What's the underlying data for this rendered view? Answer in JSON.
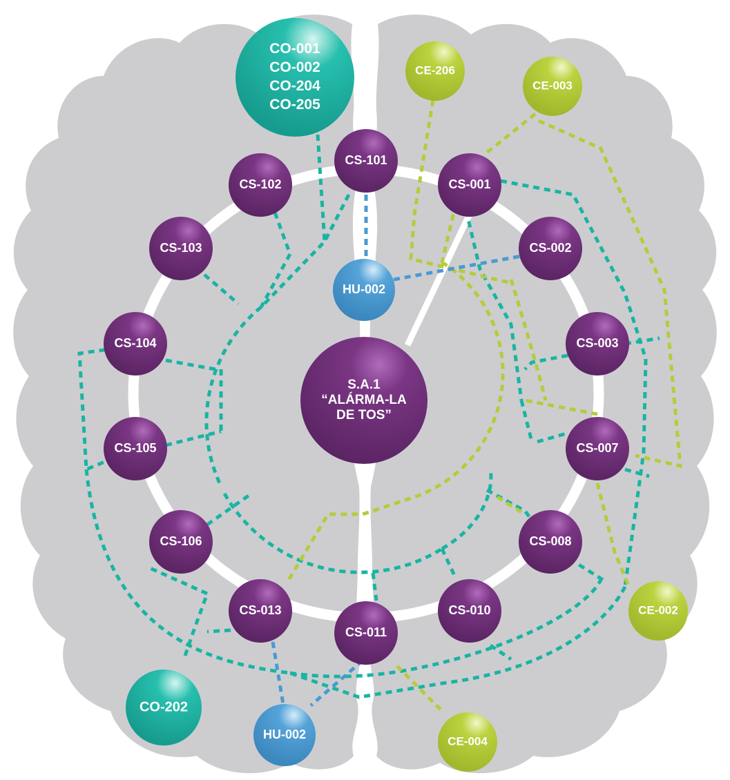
{
  "colors": {
    "background": "#ffffff",
    "brain": "#cdcdd0",
    "ring": "#ffffff",
    "purple": "#6a2c70",
    "teal": "#1ab4a3",
    "lime": "#b5cc3a",
    "blue": "#4a9ad2"
  },
  "center": {
    "lines": [
      "S.A.1",
      "“ALÁRMA-LA",
      "DE TOS”"
    ]
  },
  "skills": [
    {
      "id": "cs101",
      "label": "CS-101"
    },
    {
      "id": "cs102",
      "label": "CS-102"
    },
    {
      "id": "cs103",
      "label": "CS-103"
    },
    {
      "id": "cs104",
      "label": "CS-104"
    },
    {
      "id": "cs105",
      "label": "CS-105"
    },
    {
      "id": "cs106",
      "label": "CS-106"
    },
    {
      "id": "cs013",
      "label": "CS-013"
    },
    {
      "id": "cs011",
      "label": "CS-011"
    },
    {
      "id": "cs010",
      "label": "CS-010"
    },
    {
      "id": "cs008",
      "label": "CS-008"
    },
    {
      "id": "cs007",
      "label": "CS-007"
    },
    {
      "id": "cs003",
      "label": "CS-003"
    },
    {
      "id": "cs002",
      "label": "CS-002"
    },
    {
      "id": "cs001",
      "label": "CS-001"
    }
  ],
  "outer": [
    {
      "id": "co_group",
      "color": "teal",
      "lines": [
        "CO-001",
        "CO-002",
        "CO-204",
        "CO-205"
      ]
    },
    {
      "id": "co202",
      "color": "teal",
      "lines": [
        "CO-202"
      ]
    },
    {
      "id": "hu_top",
      "color": "blue",
      "lines": [
        "HU-002"
      ]
    },
    {
      "id": "hu_bottom",
      "color": "blue",
      "lines": [
        "HU-002"
      ]
    },
    {
      "id": "ce206",
      "color": "lime",
      "lines": [
        "CE-206"
      ]
    },
    {
      "id": "ce003",
      "color": "lime",
      "lines": [
        "CE-003"
      ]
    },
    {
      "id": "ce002",
      "color": "lime",
      "lines": [
        "CE-002"
      ]
    },
    {
      "id": "ce004",
      "color": "lime",
      "lines": [
        "CE-004"
      ]
    }
  ]
}
